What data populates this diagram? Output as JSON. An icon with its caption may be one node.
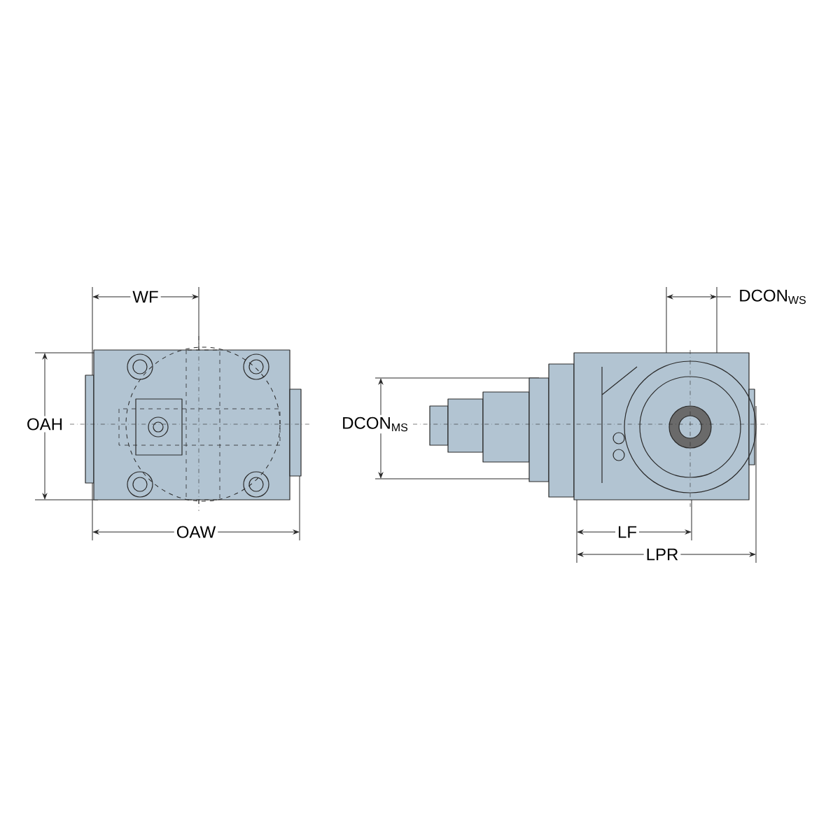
{
  "diagram": {
    "labels": [
      "WF",
      "OAH",
      "OAW",
      "DCON$_{MS}$",
      "DCON$_{WS}$",
      "LF",
      "LPR"
    ]
  }
}
